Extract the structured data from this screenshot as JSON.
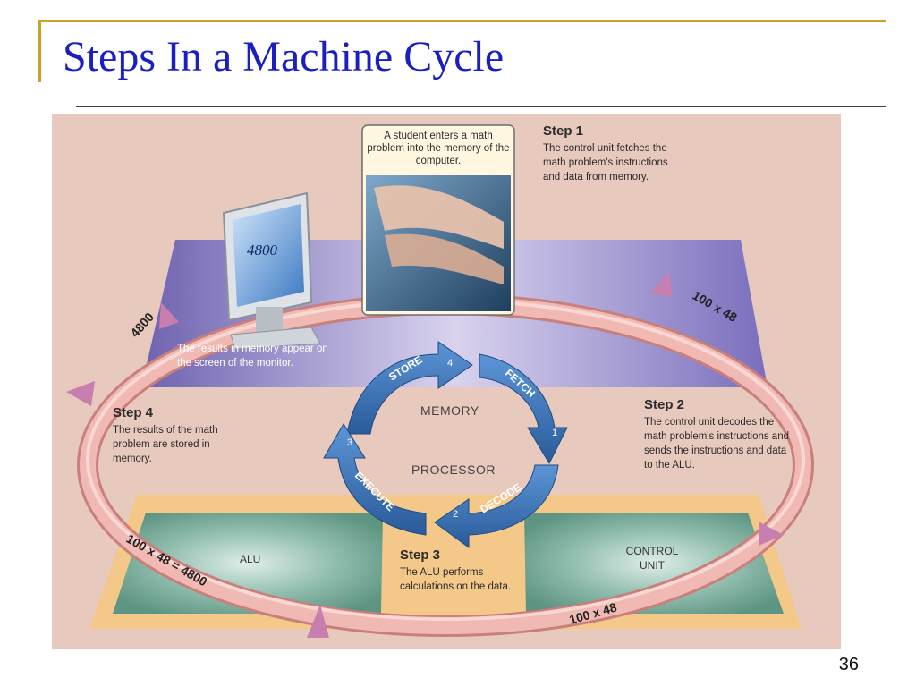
{
  "slide": {
    "title": "Steps In a Machine Cycle",
    "page_number": "36"
  },
  "figure": {
    "student_caption": "A student enters a math problem into the memory of the computer.",
    "monitor_value": "4800",
    "monitor_caption": "The results in memory appear on the screen of the monitor.",
    "memory_label": "MEMORY",
    "processor_label": "PROCESSOR",
    "alu_label": "ALU",
    "control_unit_label": "CONTROL UNIT",
    "steps": [
      {
        "heading": "Step 1",
        "text": "The control unit fetches the math problem's instructions and data from memory."
      },
      {
        "heading": "Step 2",
        "text": "The control unit decodes the math problem's instructions and sends the instructions and data to the ALU."
      },
      {
        "heading": "Step 3",
        "text": "The ALU performs calculations on the data."
      },
      {
        "heading": "Step 4",
        "text": "The results of the math problem are stored in memory."
      }
    ],
    "cycle_arrows": [
      {
        "label": "FETCH",
        "number": "1"
      },
      {
        "label": "DECODE",
        "number": "2"
      },
      {
        "label": "EXECUTE",
        "number": "3"
      },
      {
        "label": "STORE",
        "number": "4"
      }
    ],
    "loop_labels": {
      "top_right": "100 x 48",
      "bottom_right": "100 x 48",
      "bottom_left": "100 x 48 = 4800",
      "left": "4800"
    }
  },
  "colors": {
    "title": "#1a1fc4",
    "accent_bracket": "#c9a227",
    "background": "#e8c9bd",
    "memory_panel": "#8a7fc6",
    "processor_border": "#f3c889",
    "unit_panel": "#6fa392",
    "loop": "#e6a8a4",
    "cycle_arrow": "#3a73b8"
  }
}
